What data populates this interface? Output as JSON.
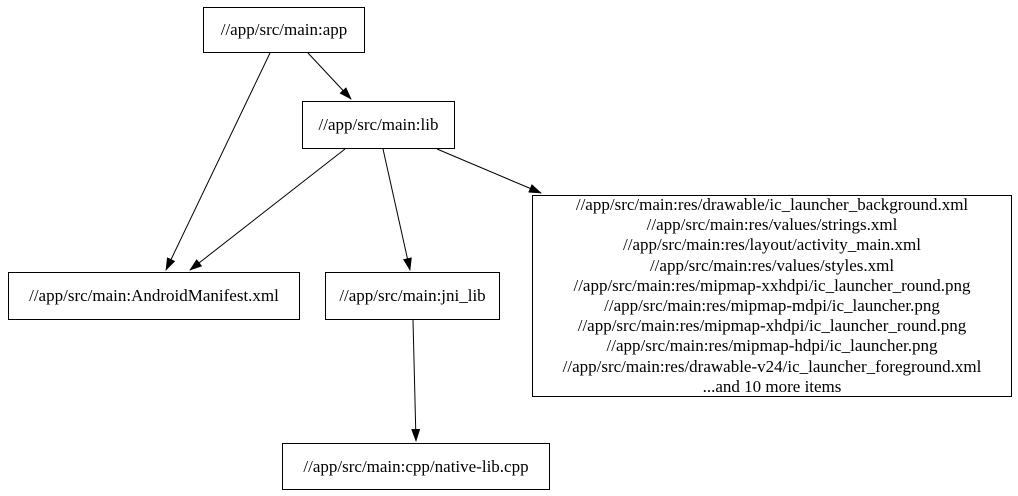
{
  "graph": {
    "nodes": {
      "app": {
        "label": "//app/src/main:app"
      },
      "lib": {
        "label": "//app/src/main:lib"
      },
      "android_manifest": {
        "label": "//app/src/main:AndroidManifest.xml"
      },
      "jni_lib": {
        "label": "//app/src/main:jni_lib"
      },
      "res_group": {
        "lines": [
          "//app/src/main:res/drawable/ic_launcher_background.xml",
          "//app/src/main:res/values/strings.xml",
          "//app/src/main:res/layout/activity_main.xml",
          "//app/src/main:res/values/styles.xml",
          "//app/src/main:res/mipmap-xxhdpi/ic_launcher_round.png",
          "//app/src/main:res/mipmap-mdpi/ic_launcher.png",
          "//app/src/main:res/mipmap-xhdpi/ic_launcher_round.png",
          "//app/src/main:res/mipmap-hdpi/ic_launcher.png",
          "//app/src/main:res/drawable-v24/ic_launcher_foreground.xml",
          "...and 10 more items"
        ]
      },
      "native_lib": {
        "label": "//app/src/main:cpp/native-lib.cpp"
      }
    },
    "edges": [
      {
        "from": "app",
        "to": "lib"
      },
      {
        "from": "app",
        "to": "android_manifest"
      },
      {
        "from": "lib",
        "to": "android_manifest"
      },
      {
        "from": "lib",
        "to": "jni_lib"
      },
      {
        "from": "lib",
        "to": "res_group"
      },
      {
        "from": "jni_lib",
        "to": "native_lib"
      }
    ],
    "colors": {
      "background": "#ffffff",
      "node_fill": "#ffffff",
      "node_border": "#000000",
      "edge": "#000000",
      "text": "#000000"
    }
  }
}
